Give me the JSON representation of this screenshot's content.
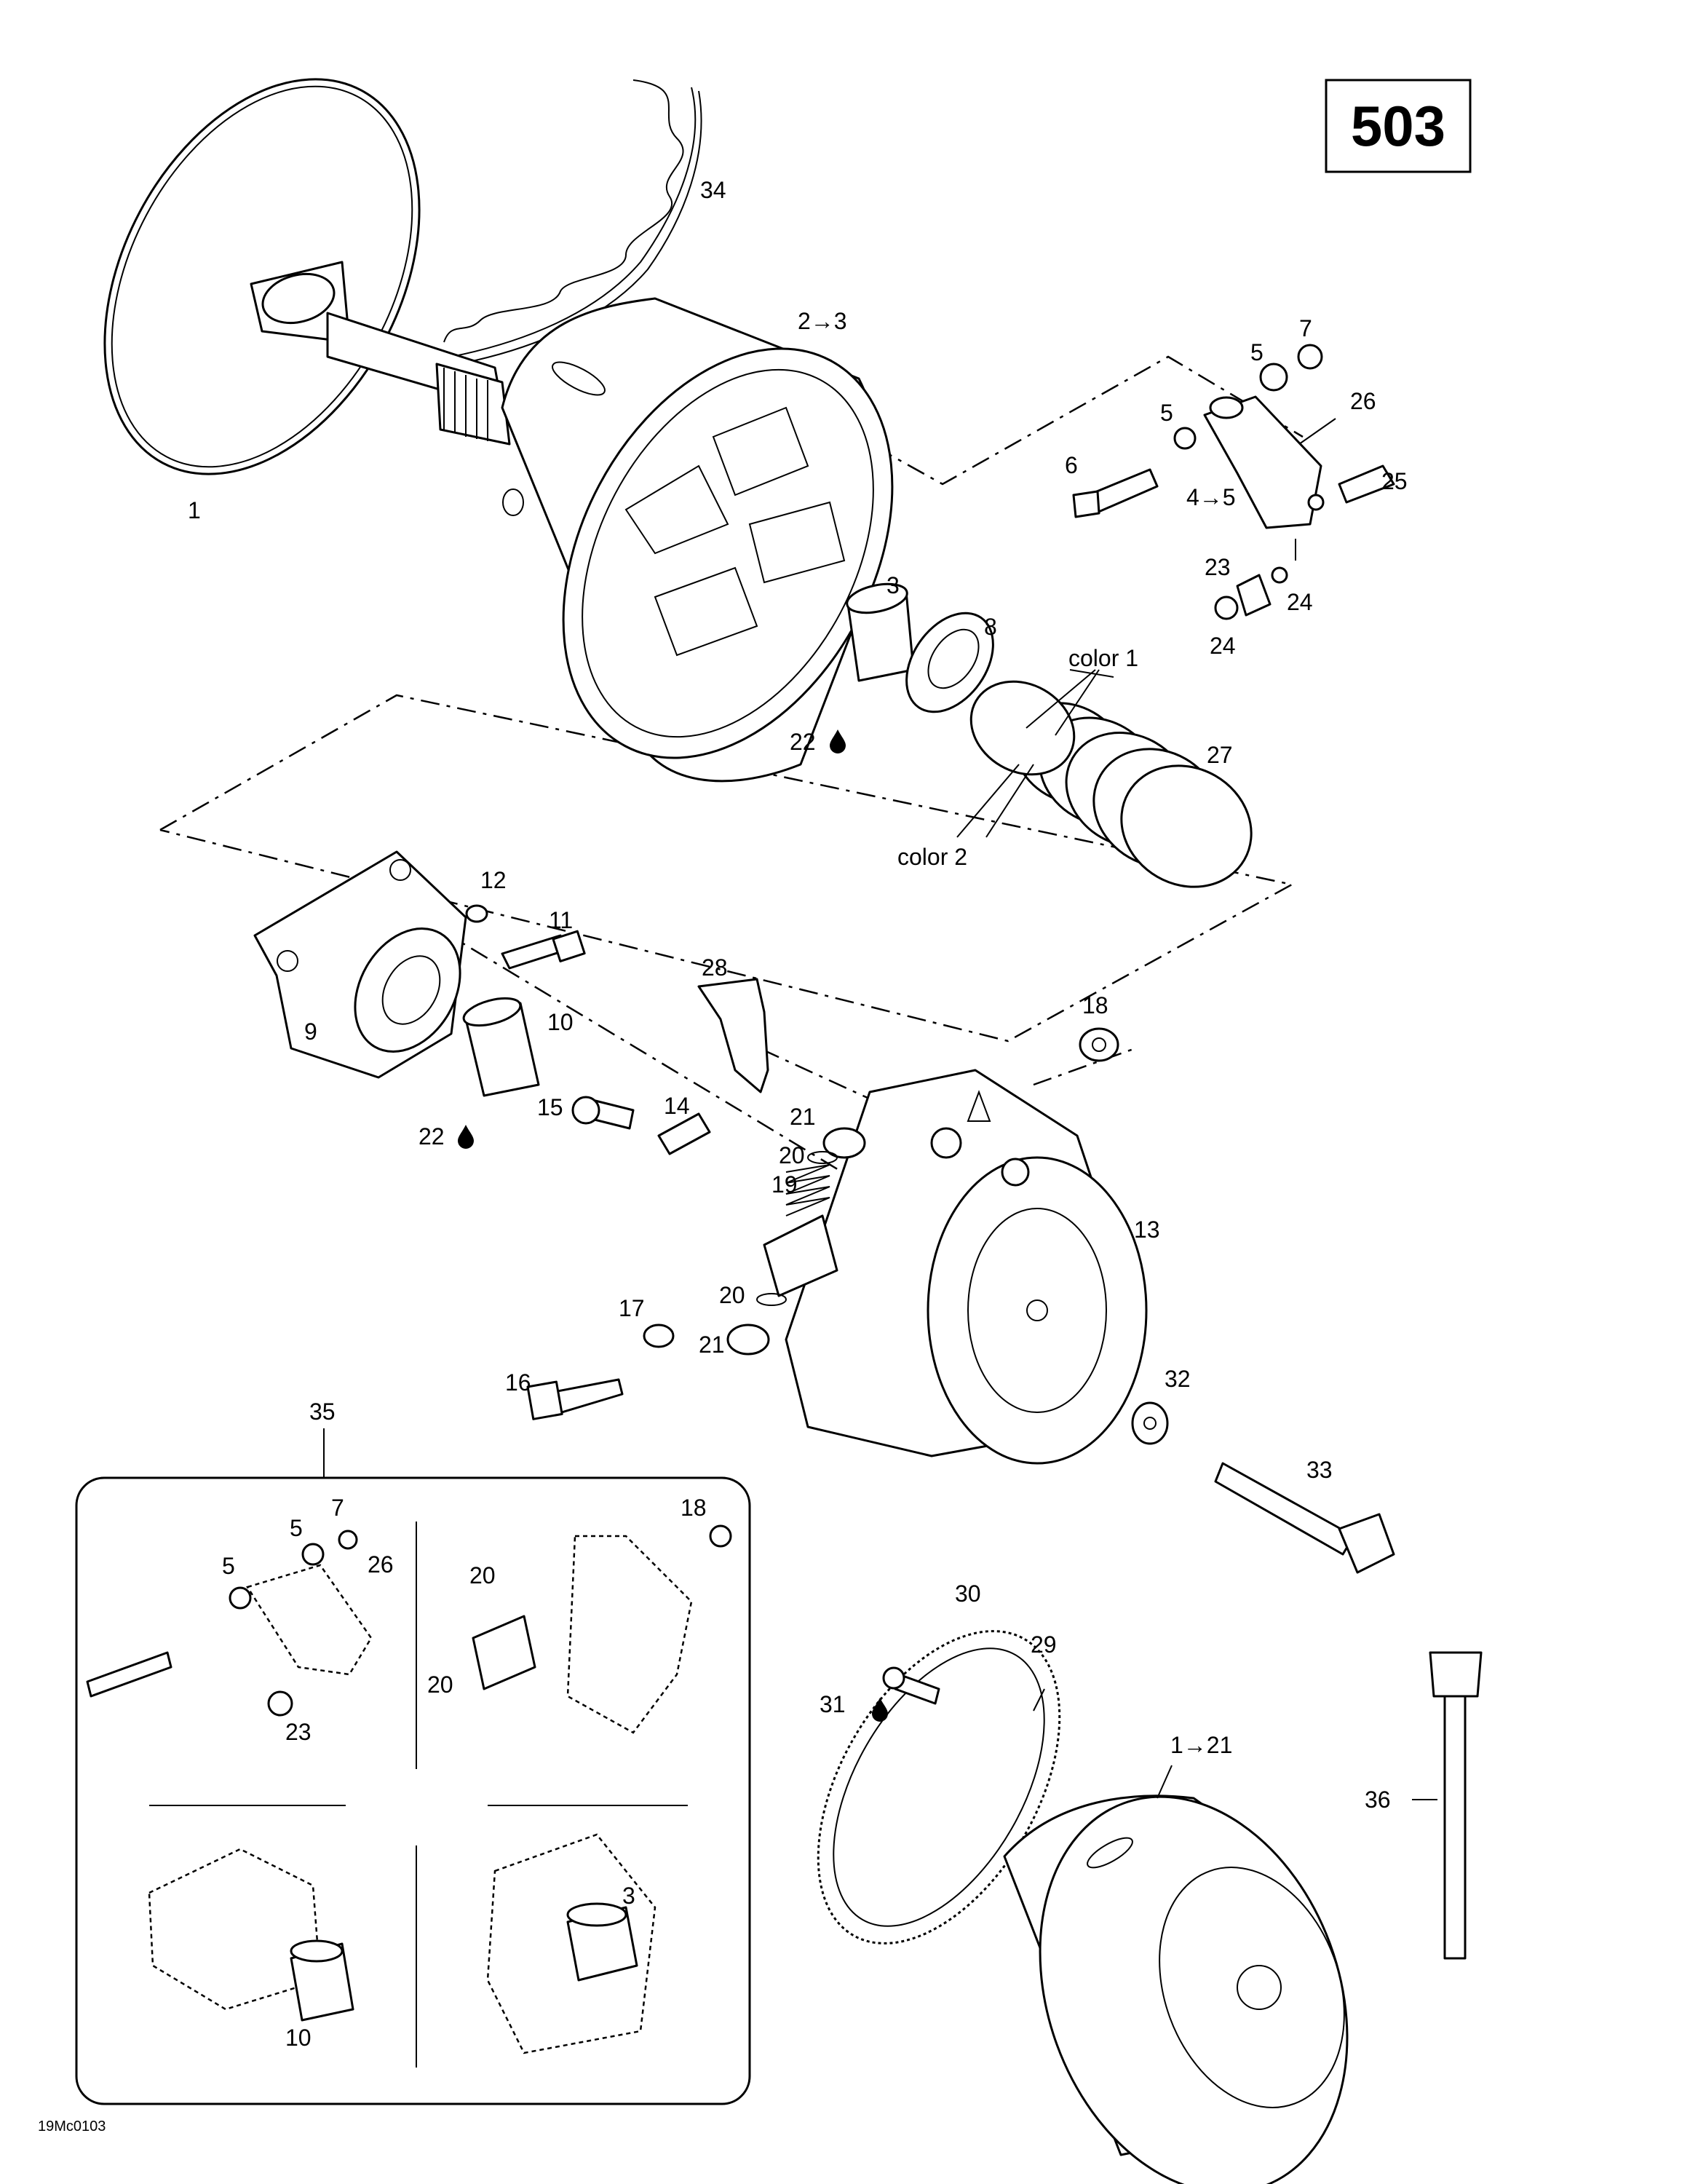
{
  "page_number": "503",
  "drawing_code": "19Mc0103",
  "callouts": {
    "c1": "1",
    "c2_3": "2→3",
    "c3": "3",
    "c3_inset": "3",
    "c4_5": "4→5",
    "c5a": "5",
    "c5b": "5",
    "c5_inset_a": "5",
    "c5_inset_b": "5",
    "c6": "6",
    "c7": "7",
    "c7_inset": "7",
    "c8": "8",
    "c9": "9",
    "c10": "10",
    "c10_inset": "10",
    "c11": "11",
    "c12": "12",
    "c13": "13",
    "c14": "14",
    "c15": "15",
    "c16": "16",
    "c17": "17",
    "c18": "18",
    "c18_inset": "18",
    "c19": "19",
    "c20a": "20",
    "c20b": "20",
    "c20_inset_a": "20",
    "c20_inset_b": "20",
    "c21a": "21",
    "c21b": "21",
    "c22a": "22",
    "c22b": "22",
    "c23": "23",
    "c23_inset": "23",
    "c24a": "24",
    "c24b": "24",
    "c25": "25",
    "c26": "26",
    "c26_inset": "26",
    "c27": "27",
    "c28": "28",
    "c29": "29",
    "c30": "30",
    "c31": "31",
    "c32": "32",
    "c33": "33",
    "c34": "34",
    "c35": "35",
    "c36": "36",
    "c1_21": "1→21",
    "color1": "color 1",
    "color2": "color 2"
  },
  "icons": [
    "grease-drop-icon"
  ]
}
